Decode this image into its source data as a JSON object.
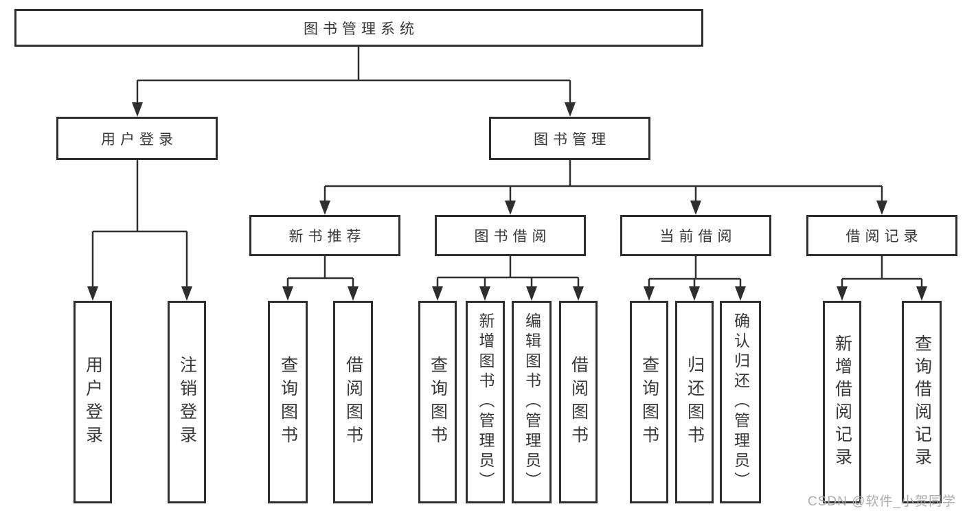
{
  "diagram": {
    "root": {
      "label": "图书管理系统"
    },
    "level1": [
      {
        "label": "用户登录"
      },
      {
        "label": "图书管理"
      }
    ],
    "level2": [
      {
        "label": "新书推荐"
      },
      {
        "label": "图书借阅"
      },
      {
        "label": "当前借阅"
      },
      {
        "label": "借阅记录"
      }
    ],
    "leaves": {
      "user_login": [
        {
          "label": "用户登录"
        },
        {
          "label": "注销登录"
        }
      ],
      "new_book_recommend": [
        {
          "label": "查询图书"
        },
        {
          "label": "借阅图书"
        }
      ],
      "book_borrowing": [
        {
          "label": "查询图书"
        },
        {
          "label": "新增图书（管理员）"
        },
        {
          "label": "编辑图书（管理员）"
        },
        {
          "label": "借阅图书"
        }
      ],
      "current_borrowing": [
        {
          "label": "查询图书"
        },
        {
          "label": "归还图书"
        },
        {
          "label": "确认归还（管理员）"
        }
      ],
      "borrowing_records": [
        {
          "label": "新增借阅记录"
        },
        {
          "label": "查询借阅记录"
        }
      ]
    }
  },
  "watermark": {
    "text": "CSDN @软件_小贺同学"
  },
  "colors": {
    "line": "#2e2e2e",
    "border": "#2e2e2e",
    "text": "#383838",
    "watermark": "#a8a8a8",
    "background": "#ffffff"
  }
}
